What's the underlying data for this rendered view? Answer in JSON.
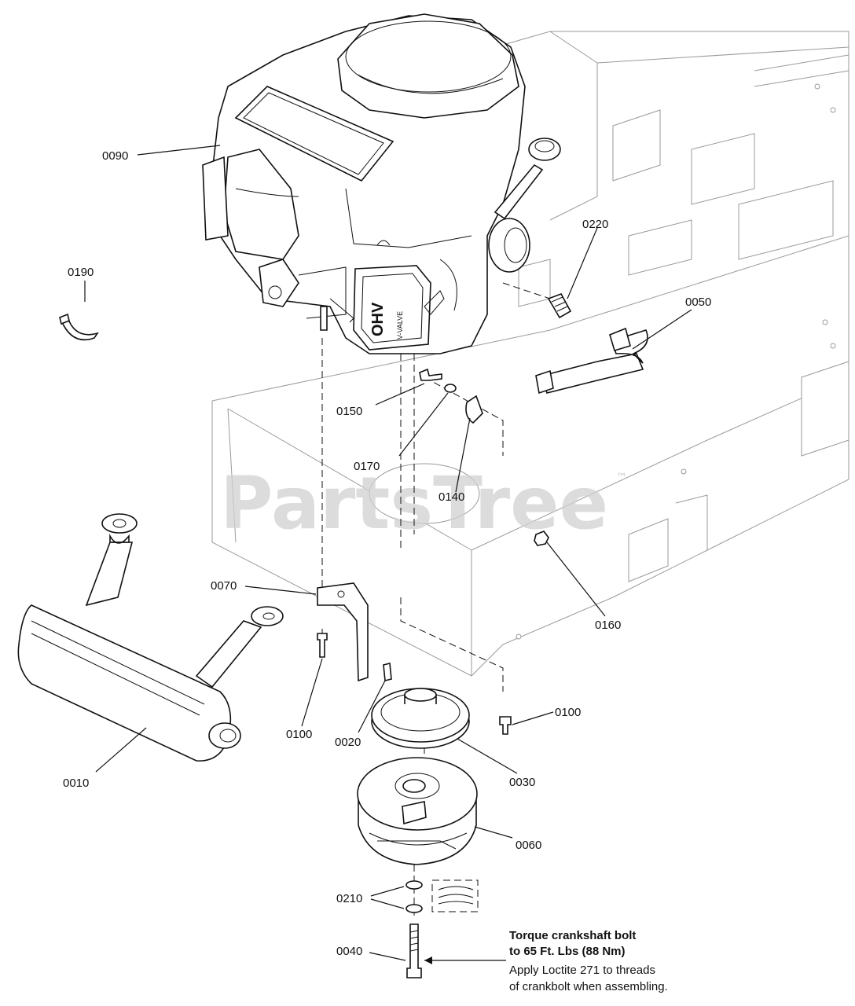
{
  "watermark": {
    "text": "PartsTree",
    "trademark": "™"
  },
  "labels": {
    "p0090": "0090",
    "p0190": "0190",
    "p0220": "0220",
    "p0050": "0050",
    "p0150": "0150",
    "p0170": "0170",
    "p0140": "0140",
    "p0160": "0160",
    "p0070": "0070",
    "p0100a": "0100",
    "p0100b": "0100",
    "p0020": "0020",
    "p0030": "0030",
    "p0010": "0010",
    "p0060": "0060",
    "p0210": "0210",
    "p0040": "0040"
  },
  "engine_marks": {
    "ohv": "OHV",
    "valve": "V-VALVE"
  },
  "note": {
    "line1": "Torque crankshaft bolt",
    "line2": "to 65 Ft. Lbs (88 Nm)",
    "line3": "Apply Loctite 271 to threads",
    "line4": "of crankbolt when assembling."
  }
}
